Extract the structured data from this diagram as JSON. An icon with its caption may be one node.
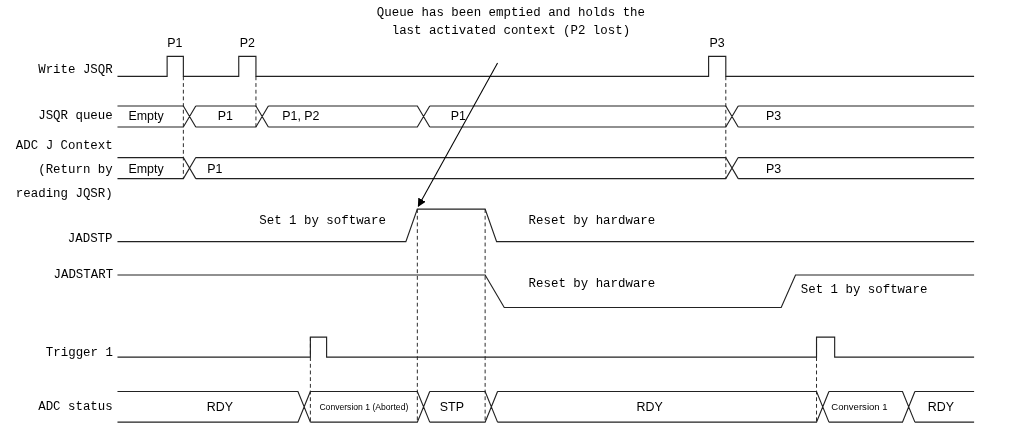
{
  "diagram": {
    "nodes": [
      {
        "text": [
          "Queue has been emptied and holds the last activated context (P2 lost)"
        ]
      },
      {
        "text": [],
        "shape": "line"
      }
    ],
    "edges": [
      {
        "from": 0,
        "to": 1,
        "arrow": "to"
      }
    ],
    "labels": [
      "P1",
      "P2",
      "P3",
      "Write JSQR",
      "JSQR queue",
      "Empty",
      "P1",
      "P1, P2",
      "P1",
      "P3",
      "ADC J Context (Return by reading JQSR)",
      "Empty",
      "P1",
      "P3",
      "Set 1 by software",
      "JADSTP",
      "Reset by hardware",
      "JADSTART",
      "Reset by hardware",
      "Set 1 by software",
      "Trigger 1",
      "ADC status",
      "RDY",
      "Conversion 1 (Aborted)",
      "STP",
      "RDY",
      "Conversion 1",
      "RDY"
    ]
  }
}
